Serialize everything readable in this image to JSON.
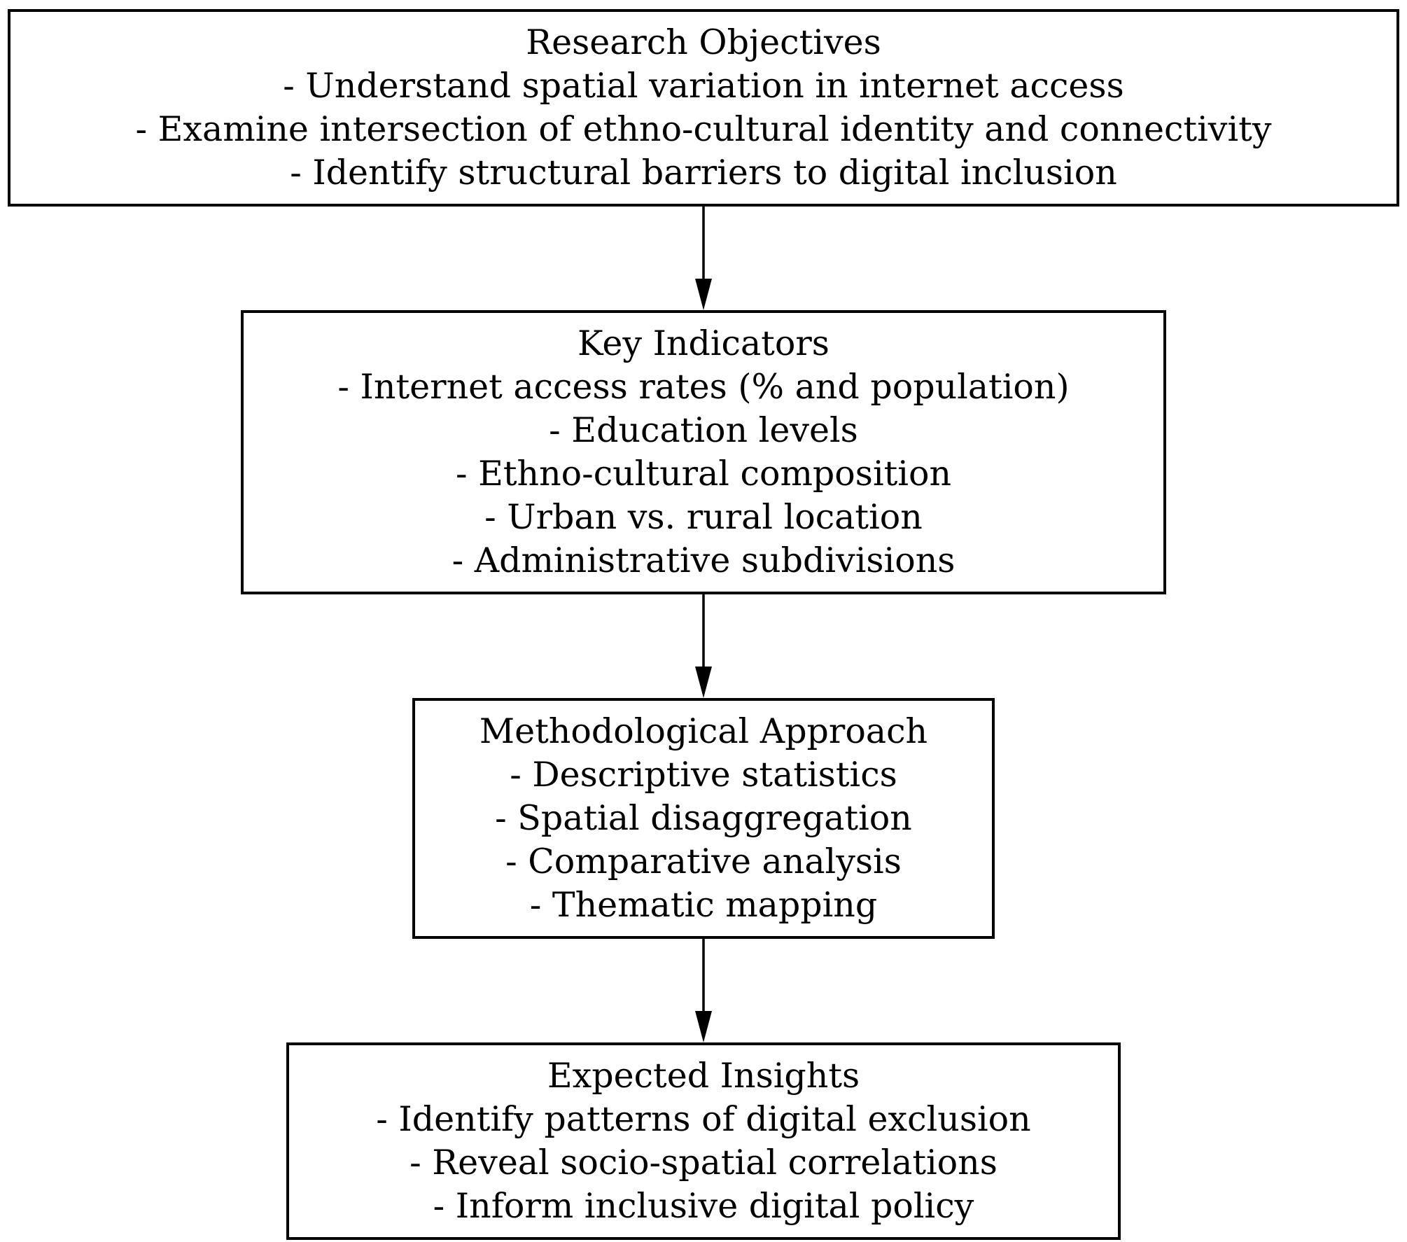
{
  "diagram": {
    "background_color": "#ffffff",
    "line_color": "#000000",
    "node_fill_color": "#ffffff",
    "text_color": "#000000",
    "nodes": [
      {
        "id": "research-objectives",
        "title": "Research Objectives",
        "items": [
          "- Understand spatial variation in internet access",
          "- Examine intersection of ethno-cultural identity and connectivity",
          "- Identify structural barriers to digital inclusion"
        ]
      },
      {
        "id": "key-indicators",
        "title": "Key Indicators",
        "items": [
          "- Internet access rates (% and population)",
          "- Education levels",
          "- Ethno-cultural composition",
          "- Urban vs. rural location",
          "- Administrative subdivisions"
        ]
      },
      {
        "id": "methodological-approach",
        "title": "Methodological Approach",
        "items": [
          "- Descriptive statistics",
          "- Spatial disaggregation",
          "- Comparative analysis",
          "- Thematic mapping"
        ]
      },
      {
        "id": "expected-insights",
        "title": "Expected Insights",
        "items": [
          "- Identify patterns of digital exclusion",
          "- Reveal socio-spatial correlations",
          "- Inform inclusive digital policy"
        ]
      }
    ]
  }
}
